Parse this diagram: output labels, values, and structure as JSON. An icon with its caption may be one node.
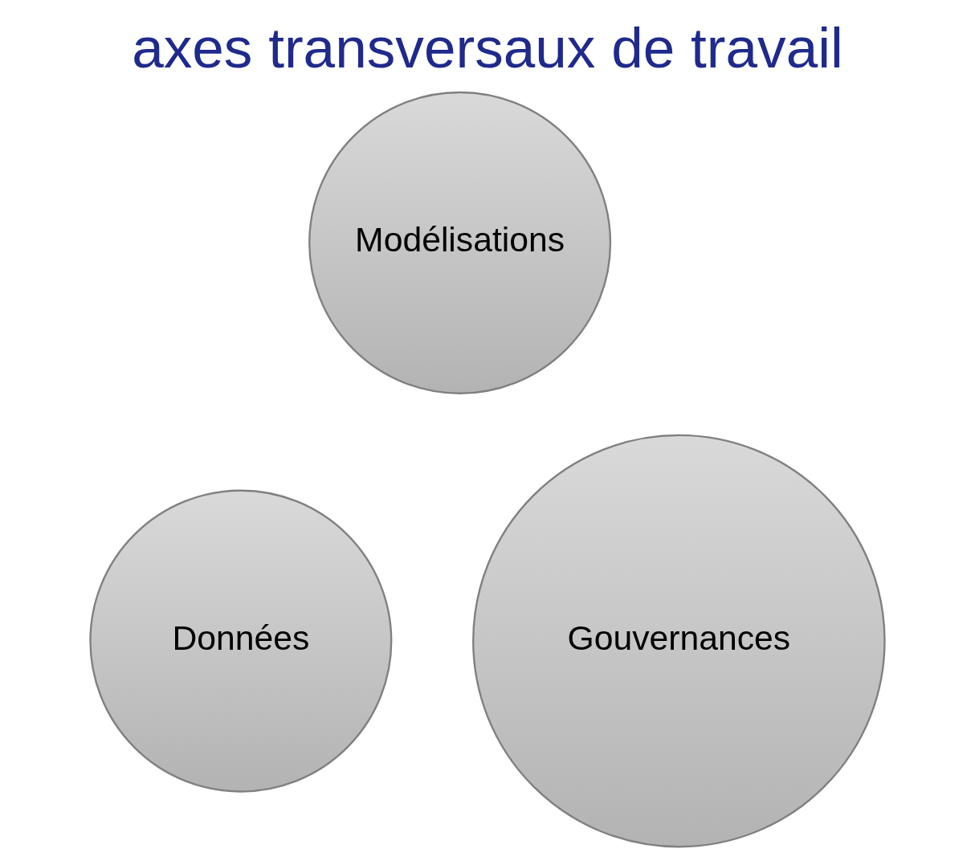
{
  "diagram": {
    "title": "axes transversaux de travail",
    "nodes": [
      {
        "text": [
          "Modélisations"
        ]
      },
      {
        "text": [
          "Données"
        ]
      },
      {
        "text": [
          "Gouvernances"
        ]
      }
    ]
  }
}
